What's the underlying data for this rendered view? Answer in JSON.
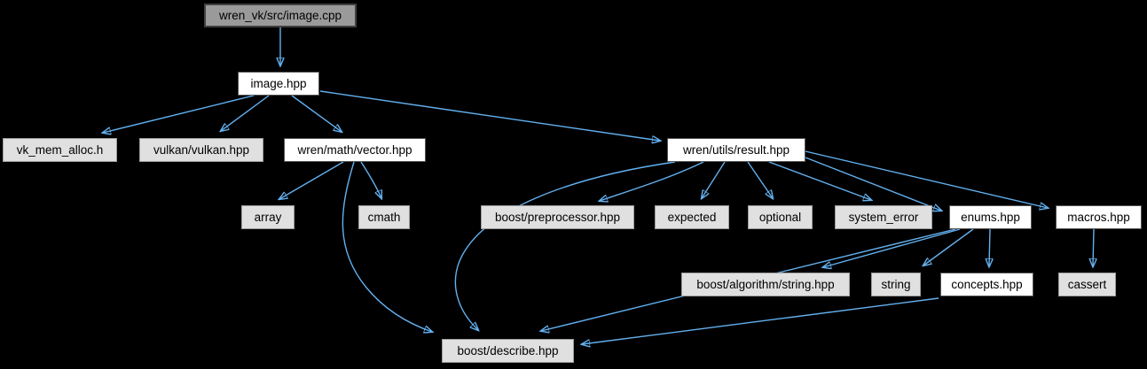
{
  "diagram_type": "include-dependency-graph",
  "colors": {
    "background": "#000000",
    "edge": "#63b1f0",
    "node_default_fill": "#e0e0e0",
    "node_default_border": "#9c9c9c",
    "node_highlighted_fill": "#ffffff",
    "node_highlighted_border": "#545454",
    "node_root_fill": "#9a9a9a",
    "node_root_border": "#404040",
    "text": "#000000"
  },
  "nodes": [
    {
      "id": "image_cpp",
      "label": "wren_vk/src/image.cpp",
      "style": "root"
    },
    {
      "id": "image_hpp",
      "label": "image.hpp",
      "style": "highlighted"
    },
    {
      "id": "vk_mem_alloc",
      "label": "vk_mem_alloc.h",
      "style": "default"
    },
    {
      "id": "vulkan",
      "label": "vulkan/vulkan.hpp",
      "style": "default"
    },
    {
      "id": "vector",
      "label": "wren/math/vector.hpp",
      "style": "highlighted"
    },
    {
      "id": "result",
      "label": "wren/utils/result.hpp",
      "style": "highlighted"
    },
    {
      "id": "array",
      "label": "array",
      "style": "default"
    },
    {
      "id": "cmath",
      "label": "cmath",
      "style": "default"
    },
    {
      "id": "preprocessor",
      "label": "boost/preprocessor.hpp",
      "style": "default"
    },
    {
      "id": "expected",
      "label": "expected",
      "style": "default"
    },
    {
      "id": "optional",
      "label": "optional",
      "style": "default"
    },
    {
      "id": "system_error",
      "label": "system_error",
      "style": "default"
    },
    {
      "id": "enums",
      "label": "enums.hpp",
      "style": "highlighted"
    },
    {
      "id": "macros",
      "label": "macros.hpp",
      "style": "highlighted"
    },
    {
      "id": "algo_string",
      "label": "boost/algorithm/string.hpp",
      "style": "default"
    },
    {
      "id": "string",
      "label": "string",
      "style": "default"
    },
    {
      "id": "concepts",
      "label": "concepts.hpp",
      "style": "highlighted"
    },
    {
      "id": "cassert",
      "label": "cassert",
      "style": "default"
    },
    {
      "id": "describe",
      "label": "boost/describe.hpp",
      "style": "default"
    }
  ],
  "edges": [
    {
      "from": "image_cpp",
      "to": "image_hpp"
    },
    {
      "from": "image_hpp",
      "to": "vk_mem_alloc"
    },
    {
      "from": "image_hpp",
      "to": "vulkan"
    },
    {
      "from": "image_hpp",
      "to": "vector"
    },
    {
      "from": "image_hpp",
      "to": "result"
    },
    {
      "from": "vector",
      "to": "array"
    },
    {
      "from": "vector",
      "to": "cmath"
    },
    {
      "from": "vector",
      "to": "describe"
    },
    {
      "from": "result",
      "to": "preprocessor"
    },
    {
      "from": "result",
      "to": "expected"
    },
    {
      "from": "result",
      "to": "optional"
    },
    {
      "from": "result",
      "to": "system_error"
    },
    {
      "from": "result",
      "to": "enums"
    },
    {
      "from": "result",
      "to": "macros"
    },
    {
      "from": "result",
      "to": "describe"
    },
    {
      "from": "enums",
      "to": "algo_string"
    },
    {
      "from": "enums",
      "to": "string"
    },
    {
      "from": "enums",
      "to": "concepts"
    },
    {
      "from": "enums",
      "to": "describe"
    },
    {
      "from": "macros",
      "to": "cassert"
    },
    {
      "from": "concepts",
      "to": "describe"
    }
  ]
}
